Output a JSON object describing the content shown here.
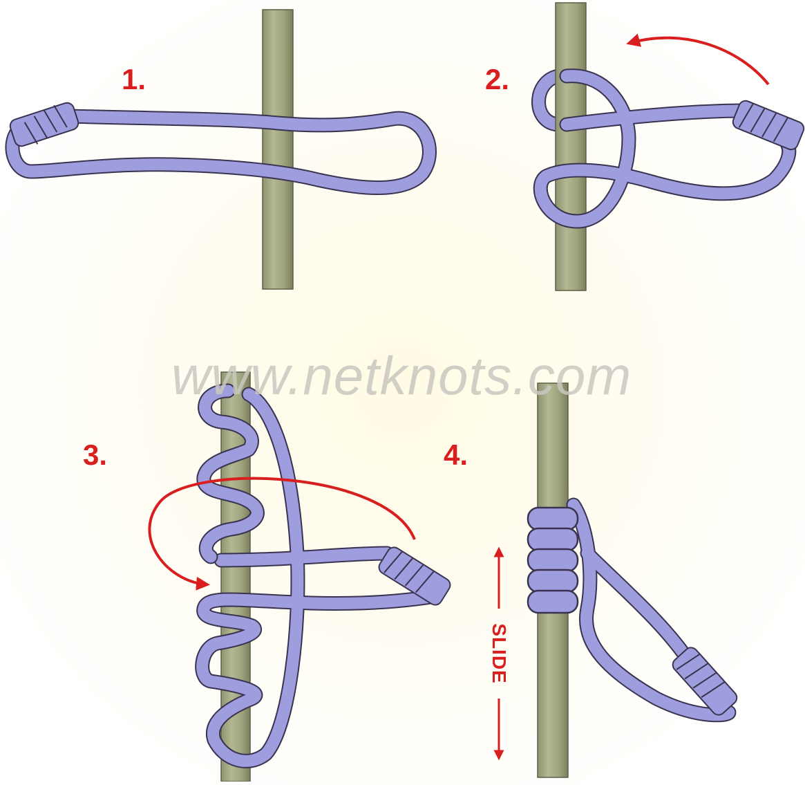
{
  "steps": [
    {
      "number": "1."
    },
    {
      "number": "2."
    },
    {
      "number": "3."
    },
    {
      "number": "4."
    }
  ],
  "watermark": "www.netknots.com",
  "slide_label": "SLIDE",
  "colors": {
    "rope_fill": "#9e9ddd",
    "rope_outline": "#3a3350",
    "rod_fill": "#a5a984",
    "arrow": "#d81e1e",
    "label": "#d81e1e",
    "watermark": "#c9c8c0"
  }
}
